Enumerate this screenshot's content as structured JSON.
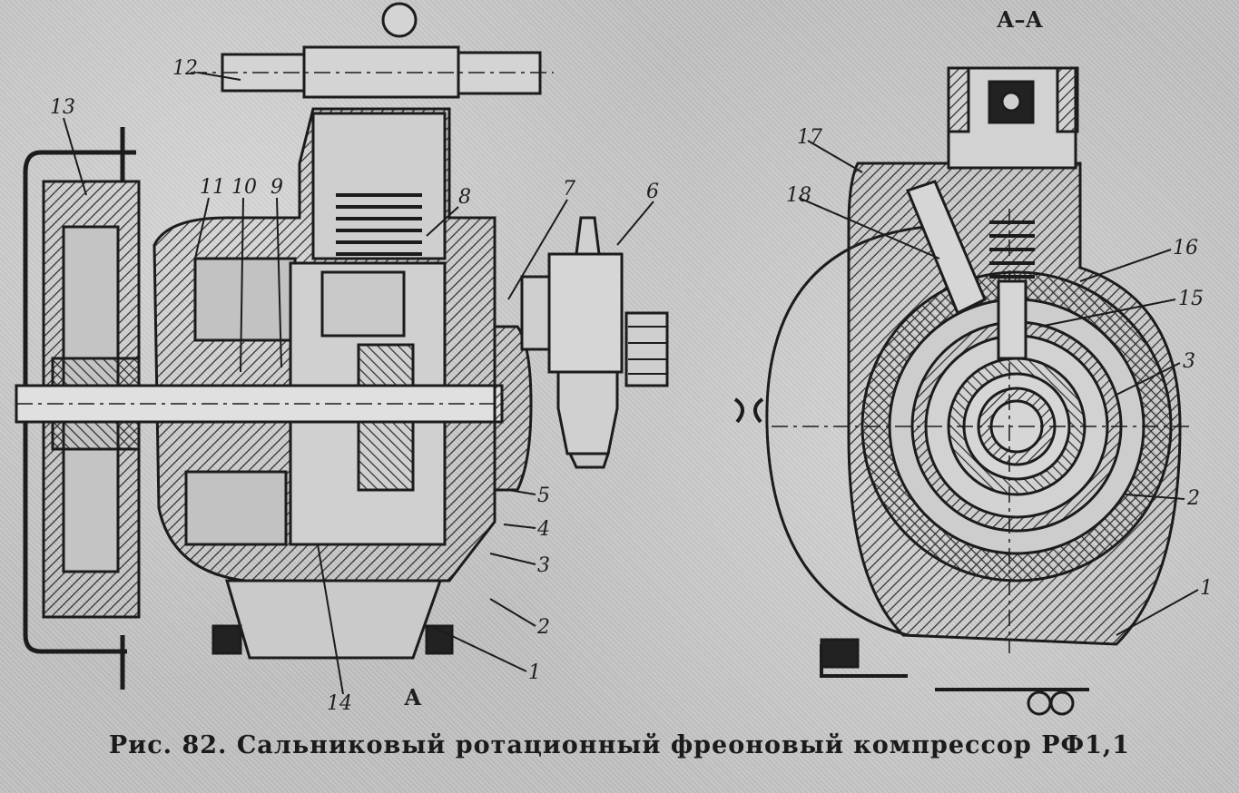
{
  "figure": {
    "caption": "Рис. 82. Сальниковый ротационный фреоновый компрессор РФ1,1",
    "section_label": "А–А",
    "section_mark": "А",
    "callouts": {
      "c1": "1",
      "c2": "2",
      "c3": "3",
      "c4": "4",
      "c5": "5",
      "c6": "6",
      "c7": "7",
      "c8": "8",
      "c9": "9",
      "c10": "10",
      "c11": "11",
      "c12": "12",
      "c13": "13",
      "c14": "14",
      "r1": "1",
      "r2": "2",
      "r3": "3",
      "r15": "15",
      "r16": "16",
      "r17": "17",
      "r18": "18"
    }
  }
}
